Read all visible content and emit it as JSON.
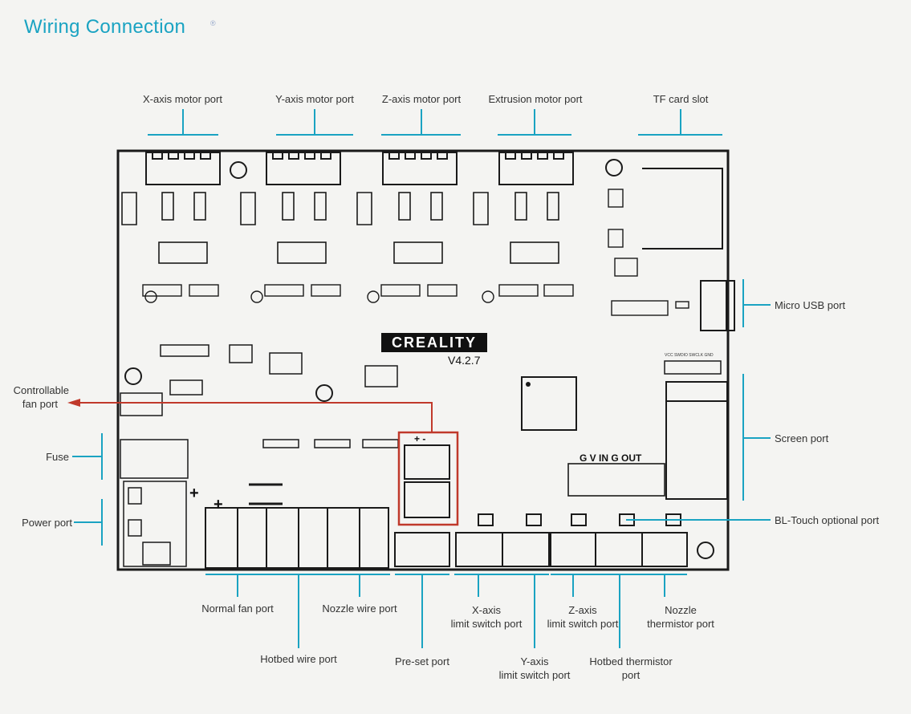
{
  "title": "Wiring Connection",
  "title_mark": "®",
  "board": {
    "brand": "CREALITY",
    "version": "V4.2.7",
    "plus_minus": "+   -",
    "power_plus": "+",
    "power_plus2": "+",
    "bl_pins": "G V IN G OUT",
    "swd_pins": "VCC SWDIO SWCLK GND",
    "colors": {
      "board_line": "#1a1a1a",
      "leader": "#1aa3c2",
      "highlight": "#c0392b"
    }
  },
  "labels": {
    "x_motor": "X-axis motor port",
    "y_motor": "Y-axis motor port",
    "z_motor": "Z-axis motor port",
    "e_motor": "Extrusion motor port",
    "tf_slot": "TF card slot",
    "micro_usb": "Micro USB port",
    "screen": "Screen port",
    "bl_touch": "BL-Touch optional port",
    "fan_ctrl_1": "Controllable",
    "fan_ctrl_2": "fan port",
    "fuse": "Fuse",
    "power": "Power port",
    "normal_fan": "Normal fan port",
    "hotbed_wire": "Hotbed wire port",
    "nozzle_wire": "Nozzle wire port",
    "preset": "Pre-set port",
    "x_limit_1": "X-axis",
    "x_limit_2": "limit switch port",
    "y_limit_1": "Y-axis",
    "y_limit_2": "limit switch port",
    "z_limit_1": "Z-axis",
    "z_limit_2": "limit switch port",
    "hotbed_therm_1": "Hotbed thermistor",
    "hotbed_therm_2": "port",
    "nozzle_therm_1": "Nozzle",
    "nozzle_therm_2": "thermistor port"
  }
}
